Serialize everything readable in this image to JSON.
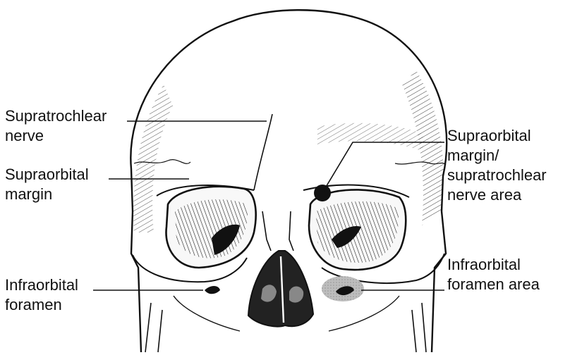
{
  "labels": {
    "supratrochlear_nerve": "Supratrochlear\nnerve",
    "supraorbital_margin": "Supraorbital\nmargin",
    "infraorbital_foramen": "Infraorbital\nforamen",
    "supraorbital_supratrochlear_area": "Supraorbital\nmargin/\nsupratrochlear\nnerve area",
    "infraorbital_foramen_area": "Infraorbital\nforamen area"
  },
  "colors": {
    "ink": "#111111",
    "background": "#ffffff",
    "shaded_area": "#bdbdbd"
  },
  "icons": {
    "target_marker": "filled-circle",
    "shaded_region": "stippled-ellipse"
  }
}
